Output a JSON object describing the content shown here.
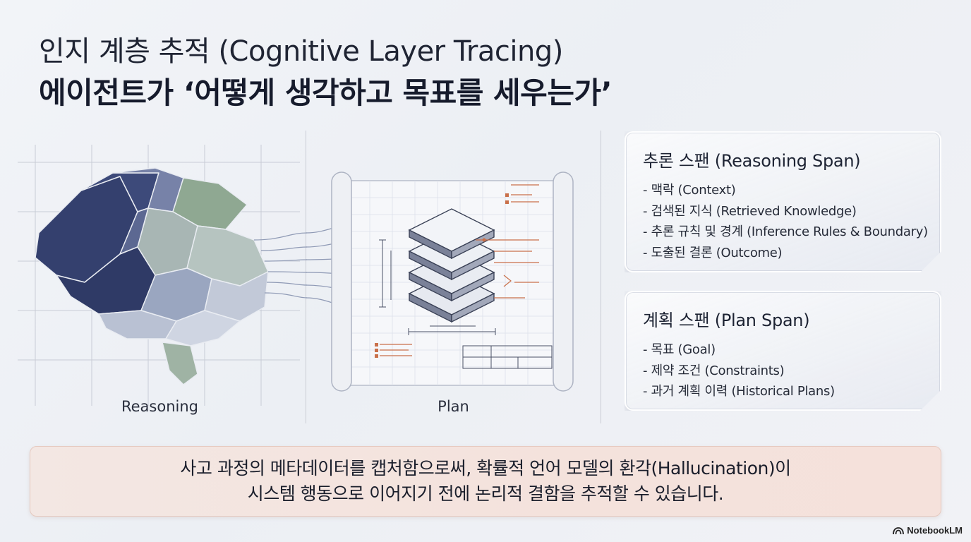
{
  "header": {
    "title_line1": "인지 계층 추적 (Cognitive Layer Tracing)",
    "title_line2": "에이전트가 ‘어떻게 생각하고 목표를 세우는가’"
  },
  "panels": {
    "reasoning_label": "Reasoning",
    "plan_label": "Plan"
  },
  "cards": {
    "reasoning": {
      "title": "추론 스팬 (Reasoning Span)",
      "items": [
        "- 맥락 (Context)",
        "- 검색된 지식 (Retrieved Knowledge)",
        "- 추론 규칙 및 경계 (Inference Rules & Boundary)",
        "- 도출된 결론 (Outcome)"
      ]
    },
    "plan": {
      "title": "계획 스팬 (Plan Span)",
      "items": [
        "- 목표 (Goal)",
        "- 제약 조건 (Constraints)",
        "- 과거 계획 이력 (Historical Plans)"
      ]
    }
  },
  "summary": {
    "line1": "사고 과정의 메타데이터를 캡처함으로써, 확률적 언어 모델의 환각(Hallucination)이",
    "line2": "시스템 행동으로 이어지기 전에 논리적 결함을 추적할 수 있습니다."
  },
  "brand": {
    "name": "NotebookLM",
    "icon": "notebooklm-logo-icon"
  },
  "colors": {
    "brain_navy": "#34406e",
    "brain_sage": "#8fa892",
    "accent_orange": "#c9704a",
    "summary_bg": "#f4e2dc"
  }
}
